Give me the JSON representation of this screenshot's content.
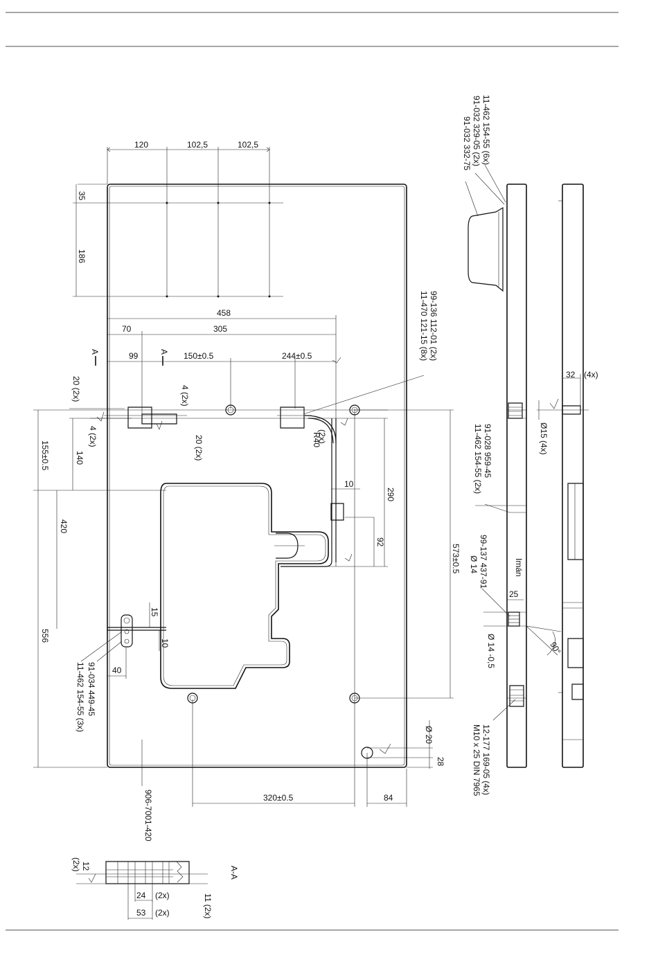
{
  "dims": {
    "top_120": "120",
    "top_1025_a": "102,5",
    "top_1025_b": "102,5",
    "d35": "35",
    "d186": "186",
    "d458": "458",
    "d70": "70",
    "d305": "305",
    "d99": "99",
    "d150": "150±0.5",
    "d244": "244±0.5",
    "d20_2x": "20 (2x)",
    "d4_2x_top": "4 (2x)",
    "d4_2x": "4 (2x)",
    "d20_2x_b": "20 (2x)",
    "d155": "155±0.5",
    "d140": "140",
    "d420": "420",
    "d556": "556",
    "r40": "R40",
    "r20": "(2x)",
    "d10": "10",
    "d290": "290",
    "d92": "92",
    "d573": "573±0.5",
    "d15": "15",
    "d10b": "10",
    "d40": "40",
    "d320": "320±0.5",
    "d84": "84",
    "d28": "28",
    "dia20": "Ø 20",
    "d32": "32",
    "d4x": "(4x)",
    "dia15": "Ø15 (4x)",
    "d25": "25",
    "dia14": "Ø 14 -0,5",
    "angle": "90°",
    "iman": "Imán"
  },
  "section": {
    "title": "A-A",
    "a_left": "A",
    "a_right": "A",
    "d12": "12",
    "d12x": "(2x)",
    "d24": "24",
    "d24x": "(2x)",
    "d53": "53",
    "d53x": "(2x)",
    "d11": "11 (2x)"
  },
  "parts": {
    "p1": "11-462 154-55 (6x)",
    "p2": "91-032 329-05 (2x)",
    "p3": "91-032 332-75",
    "p4": "99-136 112-01 (2x)",
    "p5": "11-470 121-15 (8x)",
    "p6": "91-028 959-45",
    "p7": "11-462 154-55 (2x)",
    "p8": "99-137 437-91",
    "p8b": "Ø 14",
    "p9": "12-177 169-05 (4x)",
    "p10": "M10 x 25 DIN 7965",
    "p11": "91-034 449-45",
    "p12": "11-462 154-55 (3x)",
    "p13": "906-7001-420"
  }
}
